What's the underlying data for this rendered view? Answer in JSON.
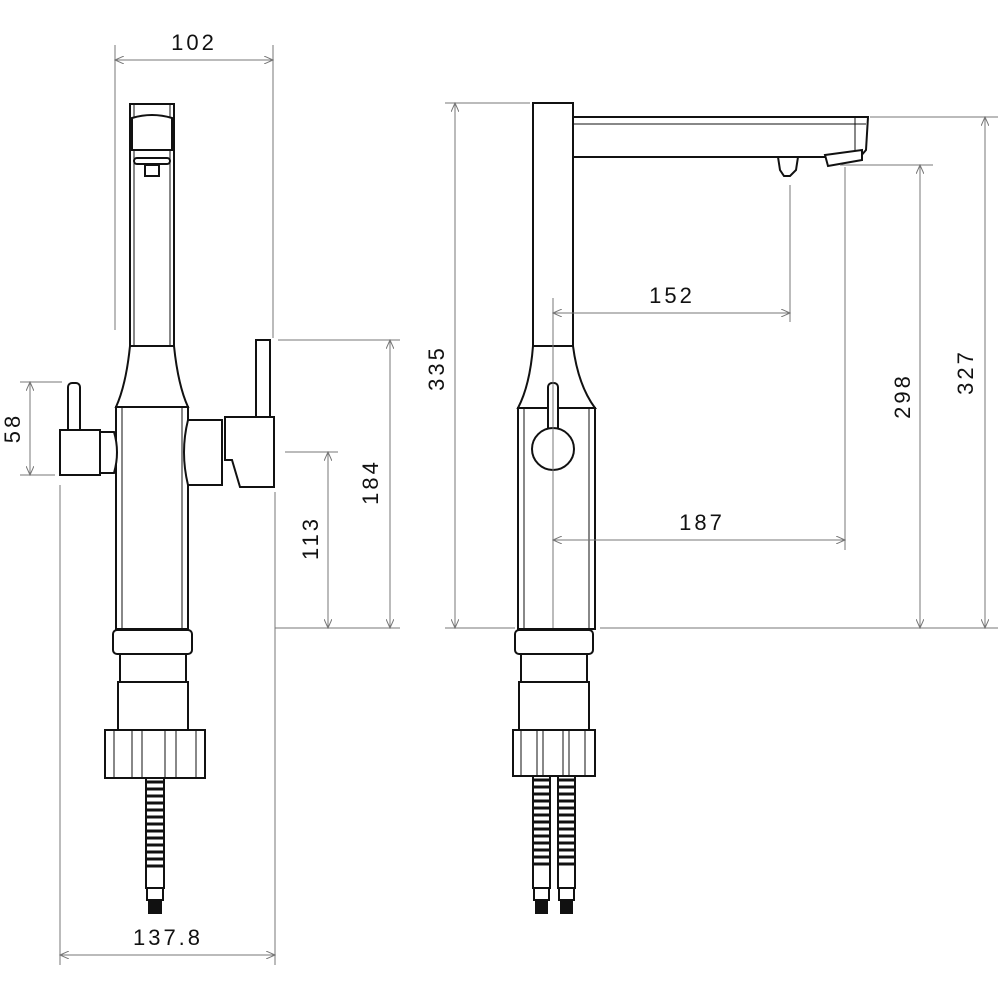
{
  "drawing": {
    "front_view": {
      "dimensions": {
        "top_width": "102",
        "left_handle_height": "58",
        "right_handle_base": "113",
        "right_handle_top": "184",
        "overall_width": "137.8"
      }
    },
    "side_view": {
      "dimensions": {
        "overall_height": "335",
        "reach_small_spout": "152",
        "reach_main_spout": "187",
        "spout_outlet_height": "298",
        "spout_top_height": "327"
      }
    },
    "colors": {
      "line": "#111111",
      "dimension": "#777777",
      "background": "#ffffff"
    }
  }
}
